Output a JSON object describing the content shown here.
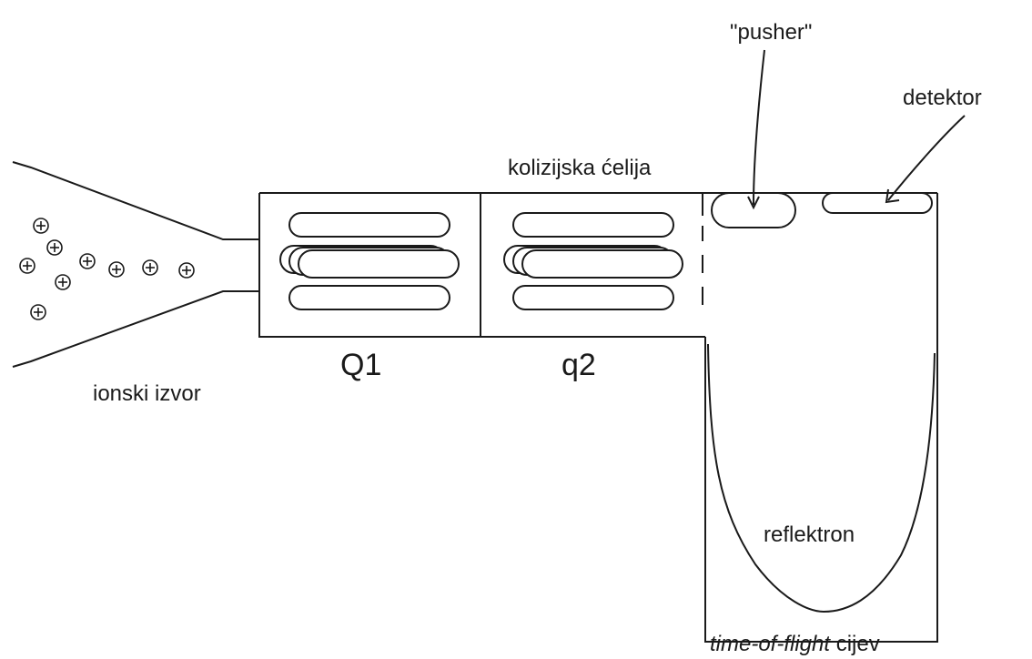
{
  "labels": {
    "ion_source": "ionski izvor",
    "q1": "Q1",
    "q2": "q2",
    "collision_cell": "kolizijska ćelija",
    "pusher": "\"pusher\"",
    "detector": "detektor",
    "reflectron": "reflektron",
    "tof_tube_italic": "time-of-flight",
    "tof_tube_rest": " cijev"
  },
  "colors": {
    "line": "#1a1a1a",
    "background": "#ffffff"
  }
}
